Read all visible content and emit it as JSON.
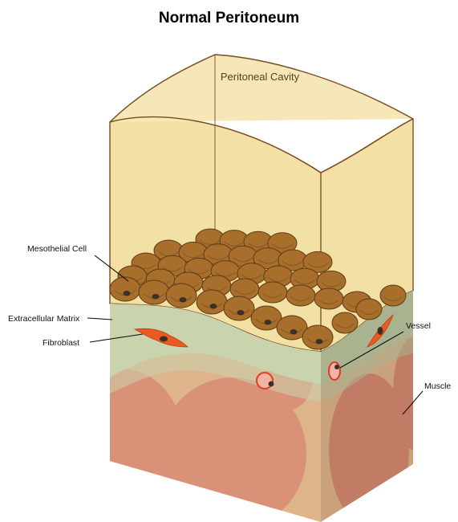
{
  "title": "Normal Peritoneum",
  "labels": {
    "cavity": "Peritoneal Cavity",
    "mesothelial": "Mesothelial Cell",
    "ecm": "Extracellular Matrix",
    "fibroblast": "Fibroblast",
    "vessel": "Vessel",
    "muscle": "Muscle"
  },
  "colors": {
    "cavity_fill": "#f3e0a4",
    "outline": "#7a4a1f",
    "cell": "#a86f2c",
    "cell_dark": "#7d5220",
    "nucleus": "#3a2f2b",
    "ecm": "#c9d3ad",
    "ecm_side": "#a9b38f",
    "muscle": "#d99278",
    "muscle_side": "#c17c66",
    "muscle_gap": "#deb48a",
    "fibroblast": "#ea5a22"
  }
}
